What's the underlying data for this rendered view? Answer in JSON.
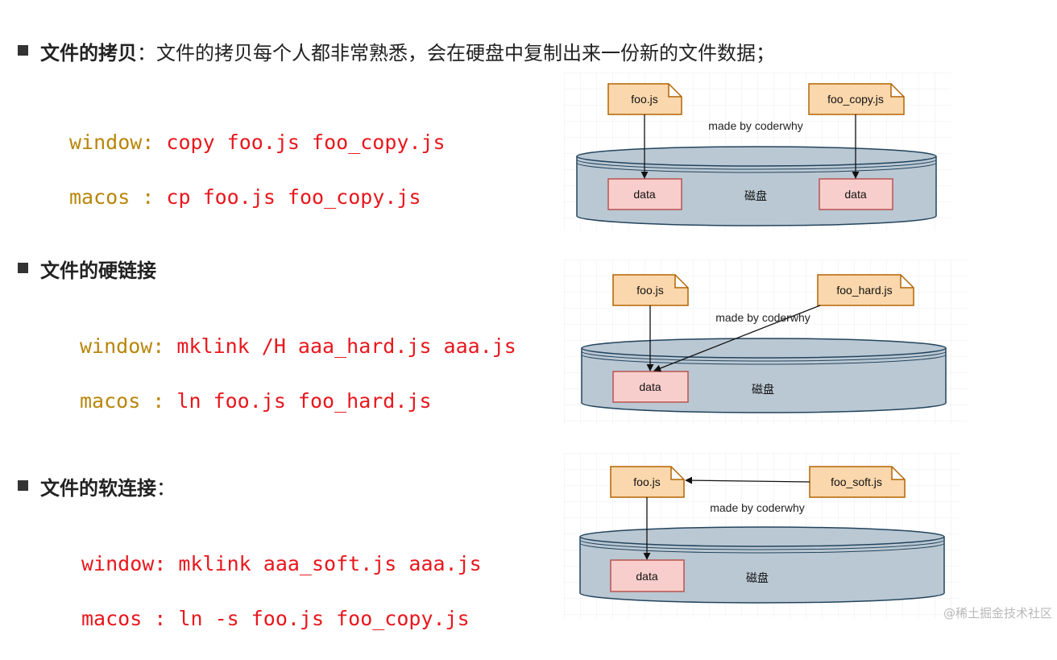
{
  "sections": [
    {
      "title": "文件的拷贝",
      "separator": "：",
      "description": "文件的拷贝每个人都非常熟悉，会在硬盘中复制出来一份新的文件数据；",
      "code": [
        {
          "label": "window: ",
          "command": "copy foo.js foo_copy.js"
        },
        {
          "label": "macos : ",
          "command": "cp foo.js foo_copy.js"
        }
      ],
      "diagram": {
        "file_a": "foo.js",
        "file_b": "foo_copy.js",
        "watermark": "made by coderwhy",
        "data_a": "data",
        "data_b": "data",
        "disk_label": "磁盘"
      }
    },
    {
      "title": "文件的硬链接",
      "separator": "",
      "description": "",
      "code": [
        {
          "label": "window: ",
          "command": "mklink /H aaa_hard.js aaa.js"
        },
        {
          "label": "macos : ",
          "command": "ln foo.js foo_hard.js"
        }
      ],
      "diagram": {
        "file_a": "foo.js",
        "file_b": "foo_hard.js",
        "watermark": "made by coderwhy",
        "data_a": "data",
        "disk_label": "磁盘"
      }
    },
    {
      "title": "文件的软连接",
      "separator": "：",
      "description": "",
      "code": [
        {
          "label": "window: ",
          "command": "mklink aaa_soft.js aaa.js"
        },
        {
          "label": "macos : ",
          "command": "ln -s foo.js foo_copy.js"
        }
      ],
      "diagram": {
        "file_a": "foo.js",
        "file_b": "foo_soft.js",
        "watermark": "made by coderwhy",
        "data_a": "data",
        "disk_label": "磁盘"
      }
    }
  ],
  "footer_watermark": "@稀土掘金技术社区",
  "colors": {
    "file_fill": "#fad7ac",
    "file_stroke": "#b46504",
    "data_fill": "#f8cecc",
    "data_stroke": "#b85450",
    "disk_fill": "#bac8d3",
    "disk_stroke": "#23445d",
    "code_label": "#b8860b",
    "code_command": "#e8171d"
  }
}
